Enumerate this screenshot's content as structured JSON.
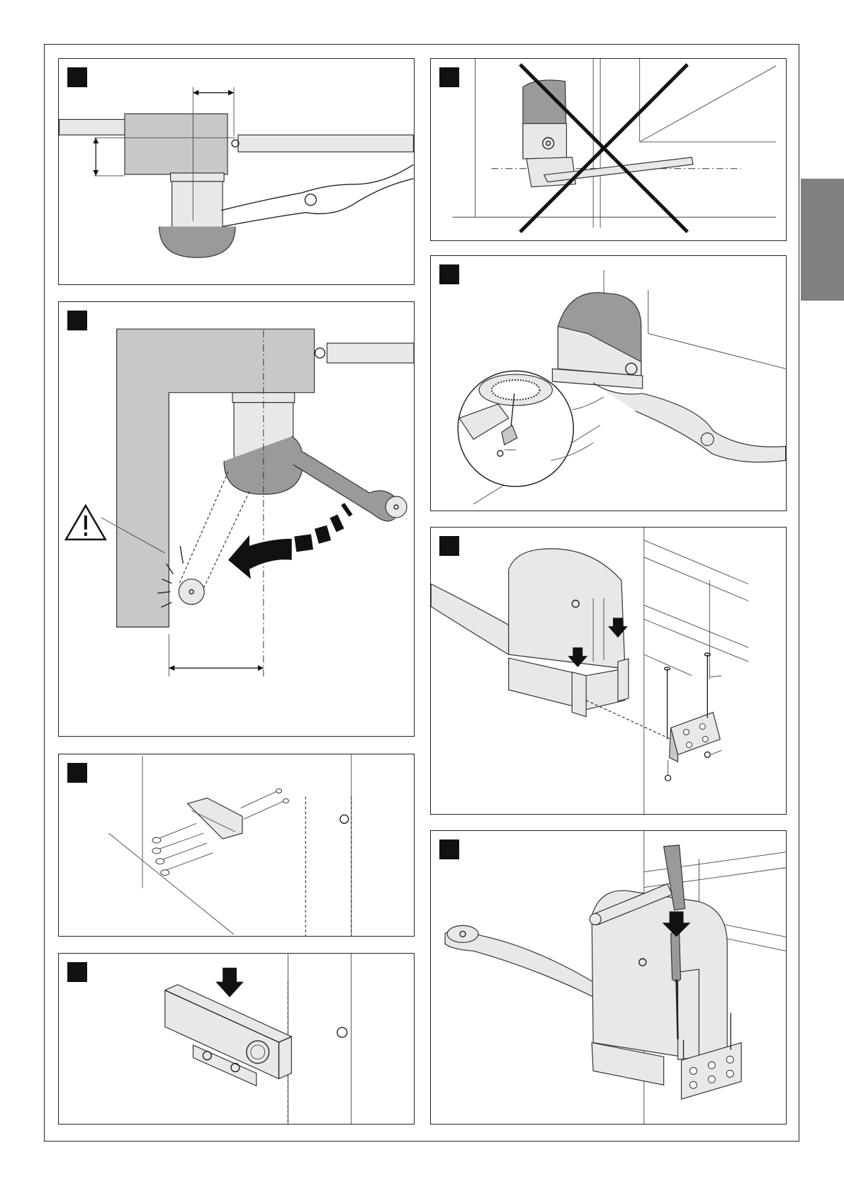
{
  "page": {
    "panels": [
      {
        "id": "p1",
        "name": "panel-dimension-top-view"
      },
      {
        "id": "p2",
        "name": "panel-opening-angle"
      },
      {
        "id": "p3",
        "name": "panel-wall-bracket-fixing"
      },
      {
        "id": "p4",
        "name": "panel-level-check"
      },
      {
        "id": "p5",
        "name": "panel-wrong-installation"
      },
      {
        "id": "p6",
        "name": "panel-arm-adjustment"
      },
      {
        "id": "p7",
        "name": "panel-motor-mounting"
      },
      {
        "id": "p8",
        "name": "panel-final-fixing"
      }
    ],
    "icons": {
      "warning": "warning-triangle-icon",
      "arrow_down": "arrow-down-icon",
      "cross": "cross-out-icon"
    },
    "colors": {
      "tab": "#808080",
      "panel_grey": "#c8c8c8",
      "marker": "#111111"
    }
  }
}
